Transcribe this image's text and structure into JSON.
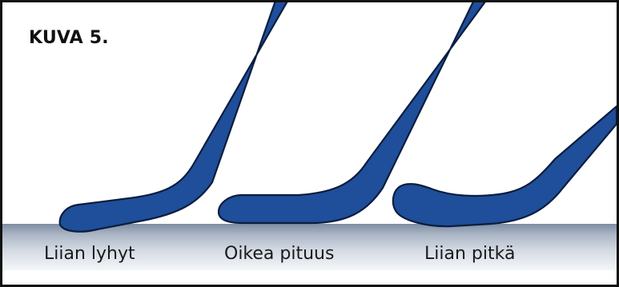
{
  "figure": {
    "title": "KUVA 5."
  },
  "sticks": [
    {
      "label": "Liian lyhyt"
    },
    {
      "label": "Oikea pituus"
    },
    {
      "label": "Liian pitkä"
    }
  ],
  "colors": {
    "stick_fill": "#1f4e9a",
    "stick_outline": "#0c1d3e",
    "ice_dark": "#7e8da3",
    "ice_light": "#f4f6f9",
    "frame_border": "#111111"
  }
}
